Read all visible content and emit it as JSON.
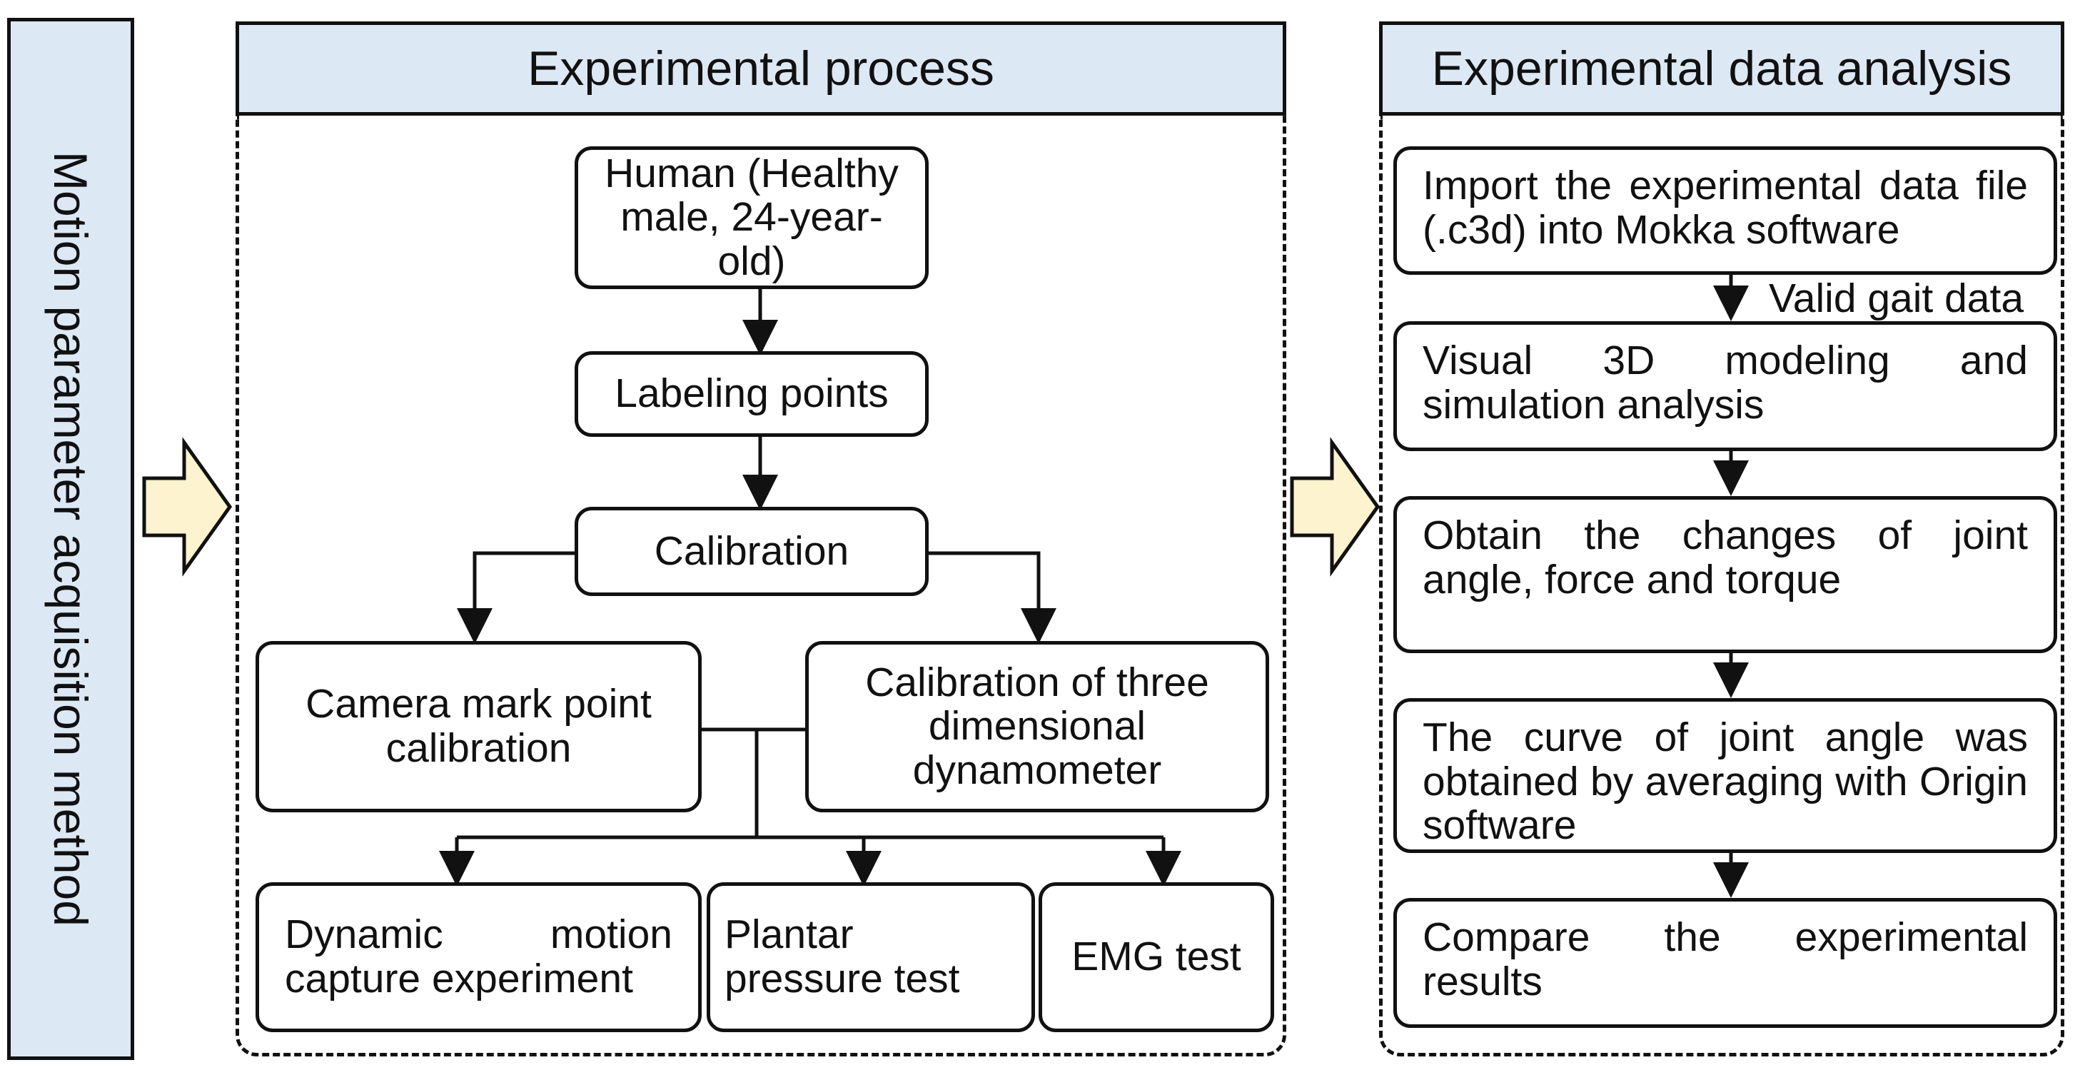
{
  "side_label": "Motion parameter acquisition method",
  "process": {
    "header": "Experimental process",
    "human": "Human (Healthy male, 24-year-old)",
    "labeling": "Labeling points",
    "calibration": "Calibration",
    "camera_calibration": "Camera mark point calibration",
    "dynamometer_calibration": "Calibration of three dimensional dynamometer",
    "dynamic_motion": "Dynamic motion capture experiment",
    "plantar": "Plantar pressure test",
    "emg": "EMG test"
  },
  "analysis": {
    "header": "Experimental data analysis",
    "import": "Import the experimental data file (.c3d) into Mokka software",
    "valid_gait": "Valid gait data",
    "visual3d": "Visual 3D modeling and simulation analysis",
    "obtain_changes": "Obtain the changes of joint angle, force and torque",
    "curve": "The curve of joint angle was obtained by averaging with Origin software",
    "compare": "Compare the experimental results"
  },
  "colors": {
    "header_fill": "#dde8f5",
    "arrow_fill": "#fdf3cf",
    "stroke": "#111111"
  }
}
